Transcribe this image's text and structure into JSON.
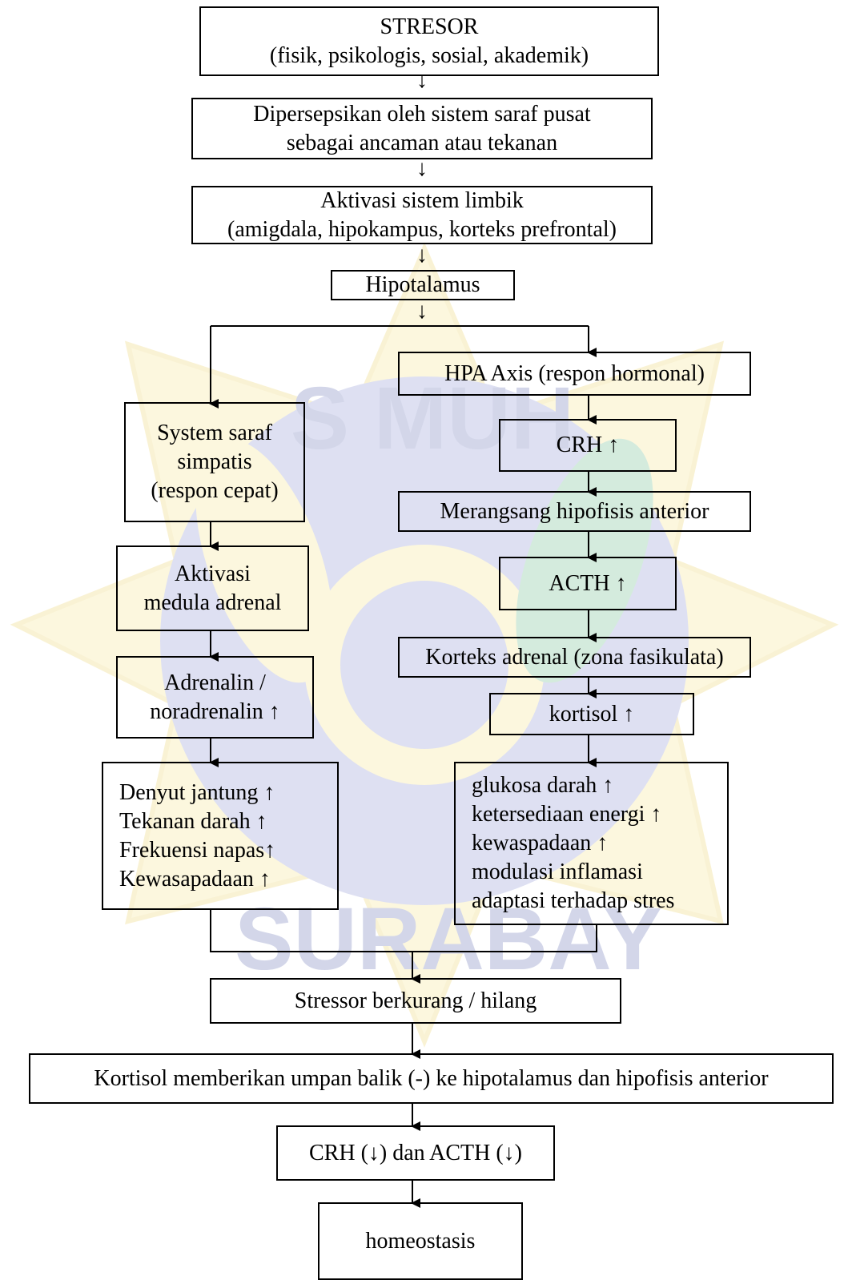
{
  "nodes": {
    "stressor": {
      "title": "STRESOR",
      "subtitle": "(fisik, psikologis, sosial, akademik)"
    },
    "perception": {
      "line1": "Dipersepsikan oleh sistem saraf pusat",
      "line2": "sebagai ancaman atau tekanan"
    },
    "limbic": {
      "line1": "Aktivasi sistem limbik",
      "line2": "(amigdala, hipokampus, korteks prefrontal)"
    },
    "hypothalamus": {
      "label": "Hipotalamus"
    },
    "sympathetic": {
      "line1": "System saraf",
      "line2": "simpatis",
      "line3": "(respon cepat)"
    },
    "adrenal_medulla": {
      "line1": "Aktivasi",
      "line2": "medula adrenal"
    },
    "adrenaline": {
      "line1": "Adrenalin /",
      "line2": "noradrenalin ↑"
    },
    "sympathetic_effects": [
      "Denyut jantung ↑",
      "Tekanan darah  ↑",
      "Frekuensi napas↑",
      "Kewasapadaan  ↑"
    ],
    "hpa": {
      "label": "HPA Axis (respon hormonal)"
    },
    "crh": {
      "label": "CRH ↑"
    },
    "pituitary": {
      "label": "Merangsang hipofisis anterior"
    },
    "acth": {
      "label": "ACTH ↑"
    },
    "adrenal_cortex": {
      "label": "Korteks adrenal (zona fasikulata)"
    },
    "cortisol": {
      "label": "kortisol ↑"
    },
    "cortisol_effects": [
      "glukosa darah ↑",
      "ketersediaan energi ↑",
      "kewaspadaan ↑",
      "modulasi inflamasi",
      "adaptasi terhadap stres"
    ],
    "stressor_reduced": {
      "label": "Stressor berkurang / hilang"
    },
    "feedback": {
      "label": "Kortisol memberikan umpan balik (-) ke hipotalamus dan hipofisis anterior"
    },
    "crh_acth_down": {
      "label": "CRH (↓) dan ACTH (↓)"
    },
    "homeostasis": {
      "label": "homeostasis"
    }
  },
  "small_arrow_glyph": "↓",
  "watermark": {
    "text_top": "S MUH",
    "text_bottom": "SURABAY",
    "color_blue": "#5f6fc0",
    "color_yellow": "#f3dd6e"
  }
}
